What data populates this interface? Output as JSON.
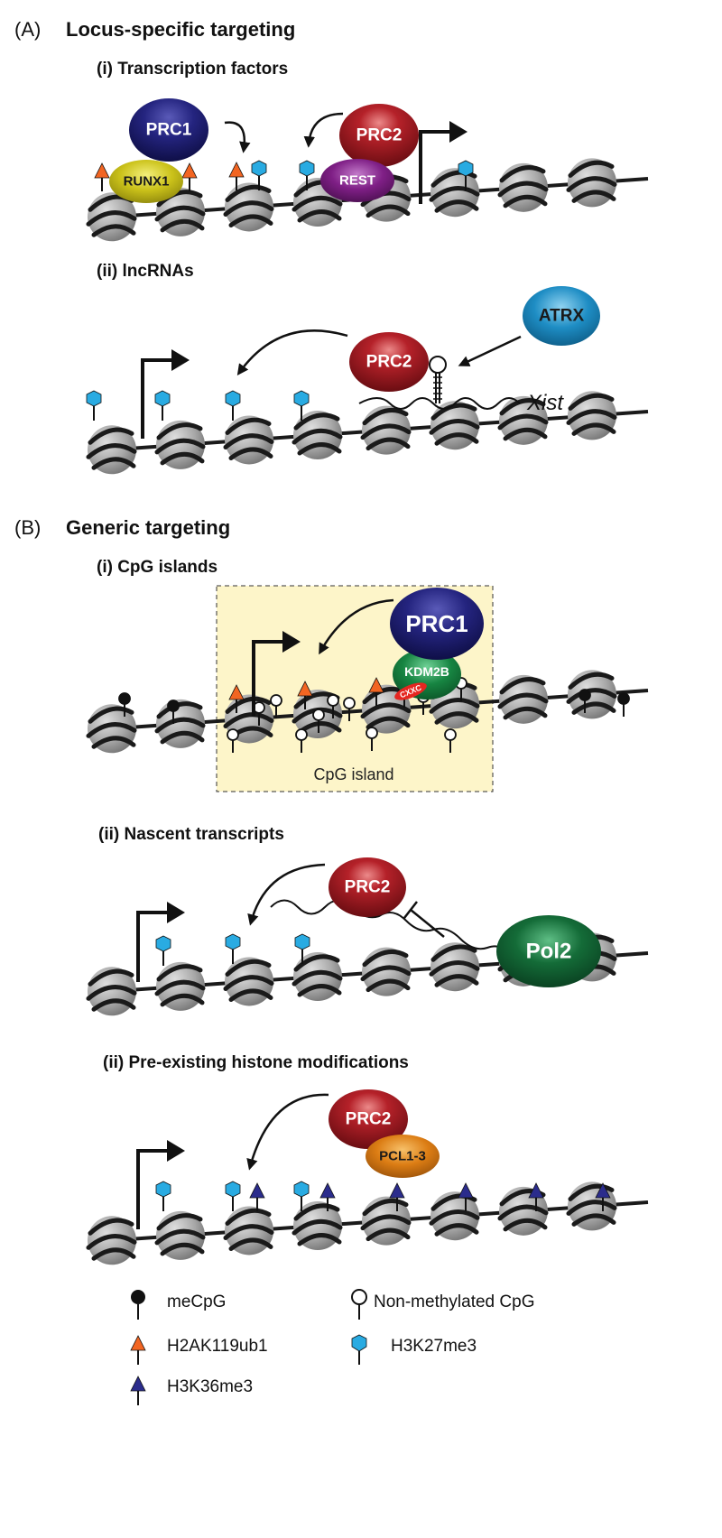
{
  "sections": {
    "a_letter": "(A)",
    "a_title": "Locus-specific targeting",
    "b_letter": "(B)",
    "b_title": "Generic targeting"
  },
  "panels": {
    "a1": "(i) Transcription factors",
    "a2": "(ii) lncRNAs",
    "b1": "(i) CpG islands",
    "b2": "(ii) Nascent transcripts",
    "b3": "(ii) Pre-existing histone modifications"
  },
  "proteins": {
    "prc1": "PRC1",
    "prc2": "PRC2",
    "runx1": "RUNX1",
    "rest": "REST",
    "atrx": "ATRX",
    "kdm2b": "KDM2B",
    "cxxc": "CXXC",
    "pol2": "Pol2",
    "pcl": "PCL1-3"
  },
  "labels": {
    "xist": "Xist",
    "cpg_island": "CpG island"
  },
  "legend": {
    "mecpg": "meCpG",
    "nonmeth": "Non-methylated CpG",
    "h2ak": "H2AK119ub1",
    "h3k27": "H3K27me3",
    "h3k36": "H3K36me3"
  },
  "colors": {
    "prc1": "#1f1f7a",
    "prc2": "#a51d23",
    "runx1": "#c8c018",
    "rest": "#7b1f80",
    "atrx": "#1e8ac0",
    "kdm2b": "#16803c",
    "cxxc": "#e52620",
    "pol2": "#146a37",
    "pcl": "#d97a12",
    "h2ak119ub1": "#f26522",
    "h3k27me3": "#29abe2",
    "h3k36me3": "#2b2c8c",
    "cpg_box": "#fdf5c9",
    "nucleosome": "#9a9a9a"
  },
  "icons": [
    "nucleosome-icon",
    "transcription-start-arrow-icon",
    "mecpg-lollipop-icon",
    "nonmethylated-cpg-lollipop-icon",
    "h2ak119ub1-triangle-icon",
    "h3k27me3-hexagon-icon",
    "h3k36me3-triangle-icon",
    "inhibition-bar-icon"
  ]
}
